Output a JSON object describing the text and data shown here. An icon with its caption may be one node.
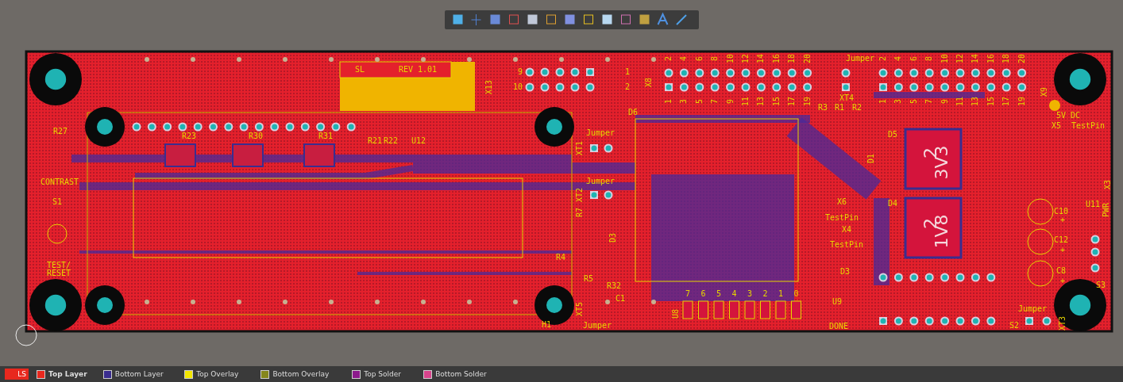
{
  "diagram": {
    "labels": [
      "R27",
      "CONTRAST",
      "S1",
      "TEST/ RESET",
      "R23",
      "R30",
      "R31",
      "SL",
      "REV 1.01",
      "R21",
      "R22",
      "U12",
      "X13",
      "9",
      "10",
      "1",
      "2",
      "D6",
      "Jumper",
      "XT1",
      "Jumper",
      "XT2",
      "R7",
      "R4",
      "D3",
      "R5",
      "R32",
      "C1",
      "XT5",
      "H1",
      "Jumper",
      "X8",
      "2",
      "4",
      "6",
      "8",
      "10",
      "12",
      "14",
      "16",
      "18",
      "20",
      "1",
      "3",
      "5",
      "7",
      "9",
      "11",
      "13",
      "15",
      "17",
      "19",
      "Jumper",
      "XT4",
      "R3",
      "R1",
      "R2",
      "D1",
      "X6",
      "TestPin",
      "X4",
      "TestPin",
      "D3",
      "U9",
      "DONE",
      "7",
      "6",
      "5",
      "4",
      "3",
      "2",
      "1",
      "0",
      "U8",
      "D5",
      "2",
      "3V3",
      "D4",
      "2",
      "1V8",
      "2",
      "4",
      "6",
      "8",
      "10",
      "12",
      "14",
      "16",
      "18",
      "20",
      "1",
      "3",
      "5",
      "7",
      "9",
      "11",
      "13",
      "15",
      "17",
      "19",
      "X9",
      "5V DC",
      "X5",
      "TestPin",
      "X3",
      "U11",
      "PWR",
      "C10",
      "+",
      "C12",
      "+",
      "C8",
      "+",
      "S3",
      "S2",
      "Jumper",
      "XT3",
      "LS"
    ],
    "legend": [
      {
        "text": "Top Layer",
        "color": "#e8281e"
      },
      {
        "text": "Bottom Layer",
        "color": "#3a2d8f"
      },
      {
        "text": "Top Overlay",
        "color": "#f2e600"
      },
      {
        "text": "Bottom Overlay",
        "color": "#85861c"
      },
      {
        "text": "Top Solder",
        "color": "#8c1a8c"
      },
      {
        "text": "Bottom Solder",
        "color": "#d8448c"
      }
    ]
  }
}
